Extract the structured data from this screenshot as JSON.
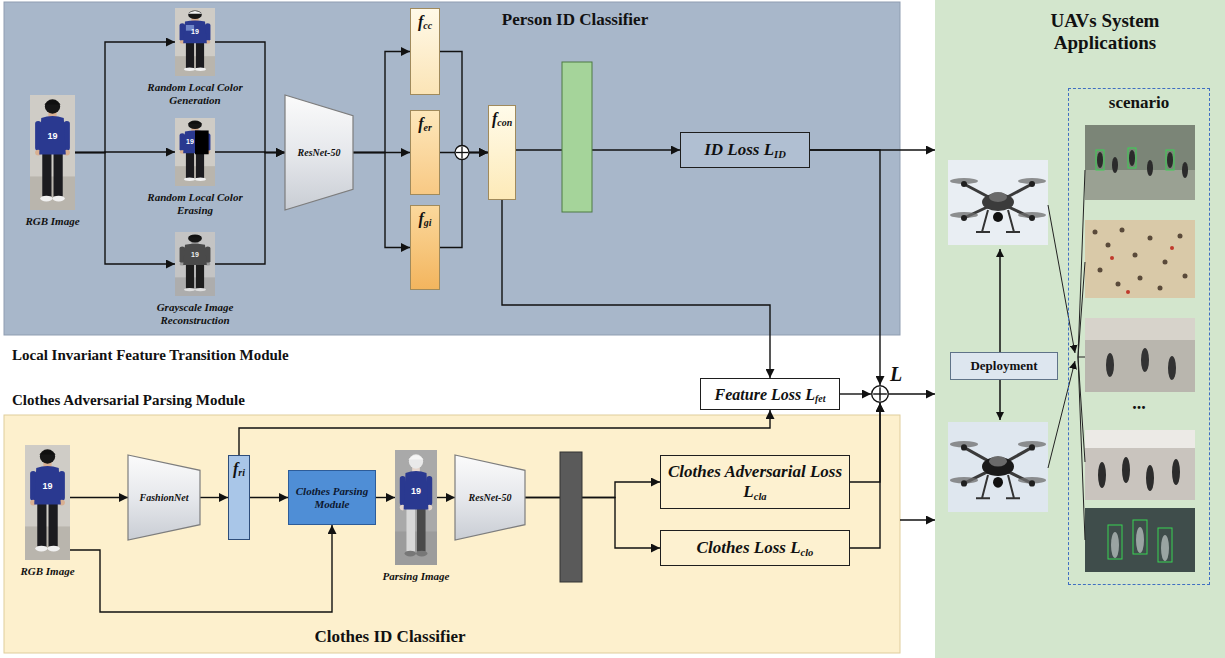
{
  "diagram": {
    "nodes": [
      {
        "text": [
          "Person ID Classifier",
          "Local Invariant Feature Transition Module"
        ]
      },
      {
        "text": [
          "RGB Image"
        ],
        "in": 0
      },
      {
        "text": [
          "Random Local Color Generation"
        ],
        "in": 0
      },
      {
        "text": [
          "Random Local Color Erasing"
        ],
        "in": 0
      },
      {
        "text": [
          "Grayscale Image Reconstruction"
        ],
        "in": 0
      },
      {
        "text": [
          "ResNet-50"
        ],
        "in": 0
      },
      {
        "text": [
          "fcc"
        ],
        "in": 0
      },
      {
        "text": [
          "fer"
        ],
        "in": 0
      },
      {
        "text": [
          "fgi"
        ],
        "in": 0
      },
      {
        "text": [
          "fcon"
        ],
        "in": 0
      },
      {
        "text": [
          "ID Loss LID"
        ],
        "in": 0
      },
      {
        "text": [
          "Feature Loss Lfet"
        ]
      },
      {
        "text": [
          "L"
        ]
      },
      {
        "text": [
          "Clothes Adversarial Parsing Module",
          "Clothes ID Classifier"
        ]
      },
      {
        "text": [
          "RGB Image"
        ],
        "in": 13
      },
      {
        "text": [
          "FashionNet"
        ],
        "in": 13
      },
      {
        "text": [
          "fri"
        ],
        "in": 13
      },
      {
        "text": [
          "Clothes Parsing Module"
        ],
        "in": 13
      },
      {
        "text": [
          "Parsing Image"
        ],
        "in": 13
      },
      {
        "text": [
          "ResNet-50"
        ],
        "in": 13
      },
      {
        "text": [
          "Clothes Adversarial Loss Lcla"
        ],
        "in": 13
      },
      {
        "text": [
          "Clothes Loss Lclo"
        ],
        "in": 13
      },
      {
        "text": [
          "UAVs System Applications"
        ]
      },
      {
        "text": [
          "Deployment"
        ],
        "in": 22
      },
      {
        "text": [
          "scenario"
        ],
        "in": 22
      }
    ],
    "edges": [
      {
        "from": 1,
        "to": 2,
        "arrow": "to"
      },
      {
        "from": 1,
        "to": 3,
        "arrow": "to"
      },
      {
        "from": 1,
        "to": 4,
        "arrow": "to"
      },
      {
        "from": 2,
        "to": 5,
        "arrow": "to"
      },
      {
        "from": 3,
        "to": 5,
        "arrow": "to"
      },
      {
        "from": 4,
        "to": 5,
        "arrow": "to"
      },
      {
        "from": 5,
        "to": 6,
        "arrow": "to"
      },
      {
        "from": 5,
        "to": 7,
        "arrow": "to"
      },
      {
        "from": 5,
        "to": 8,
        "arrow": "to"
      },
      {
        "from": 6,
        "to": 9,
        "arrow": "to"
      },
      {
        "from": 7,
        "to": 9,
        "arrow": "to"
      },
      {
        "from": 8,
        "to": 9,
        "arrow": "to"
      },
      {
        "from": 9,
        "to": 10,
        "arrow": "to"
      },
      {
        "from": 9,
        "to": 11,
        "arrow": "to"
      },
      {
        "from": 16,
        "to": 11,
        "arrow": "to"
      },
      {
        "from": 10,
        "to": 12,
        "arrow": "to"
      },
      {
        "from": 11,
        "to": 12,
        "arrow": "to"
      },
      {
        "from": 20,
        "to": 12,
        "arrow": "to"
      },
      {
        "from": 21,
        "to": 12,
        "arrow": "to"
      },
      {
        "from": 10,
        "to": 22,
        "arrow": "to"
      },
      {
        "from": 12,
        "to": 22,
        "arrow": "to"
      },
      {
        "from": 13,
        "to": 22,
        "arrow": "to"
      },
      {
        "from": 14,
        "to": 15,
        "arrow": "to"
      },
      {
        "from": 15,
        "to": 16,
        "arrow": "to"
      },
      {
        "from": 16,
        "to": 17,
        "arrow": "to"
      },
      {
        "from": 14,
        "to": 17,
        "arrow": "to"
      },
      {
        "from": 17,
        "to": 18,
        "arrow": "to"
      },
      {
        "from": 18,
        "to": 19,
        "arrow": "to"
      },
      {
        "from": 19,
        "to": 20,
        "arrow": "to"
      },
      {
        "from": 19,
        "to": 21,
        "arrow": "to"
      }
    ],
    "labels": [
      "19",
      "19",
      "19",
      "19",
      "19",
      "19",
      "..."
    ]
  }
}
